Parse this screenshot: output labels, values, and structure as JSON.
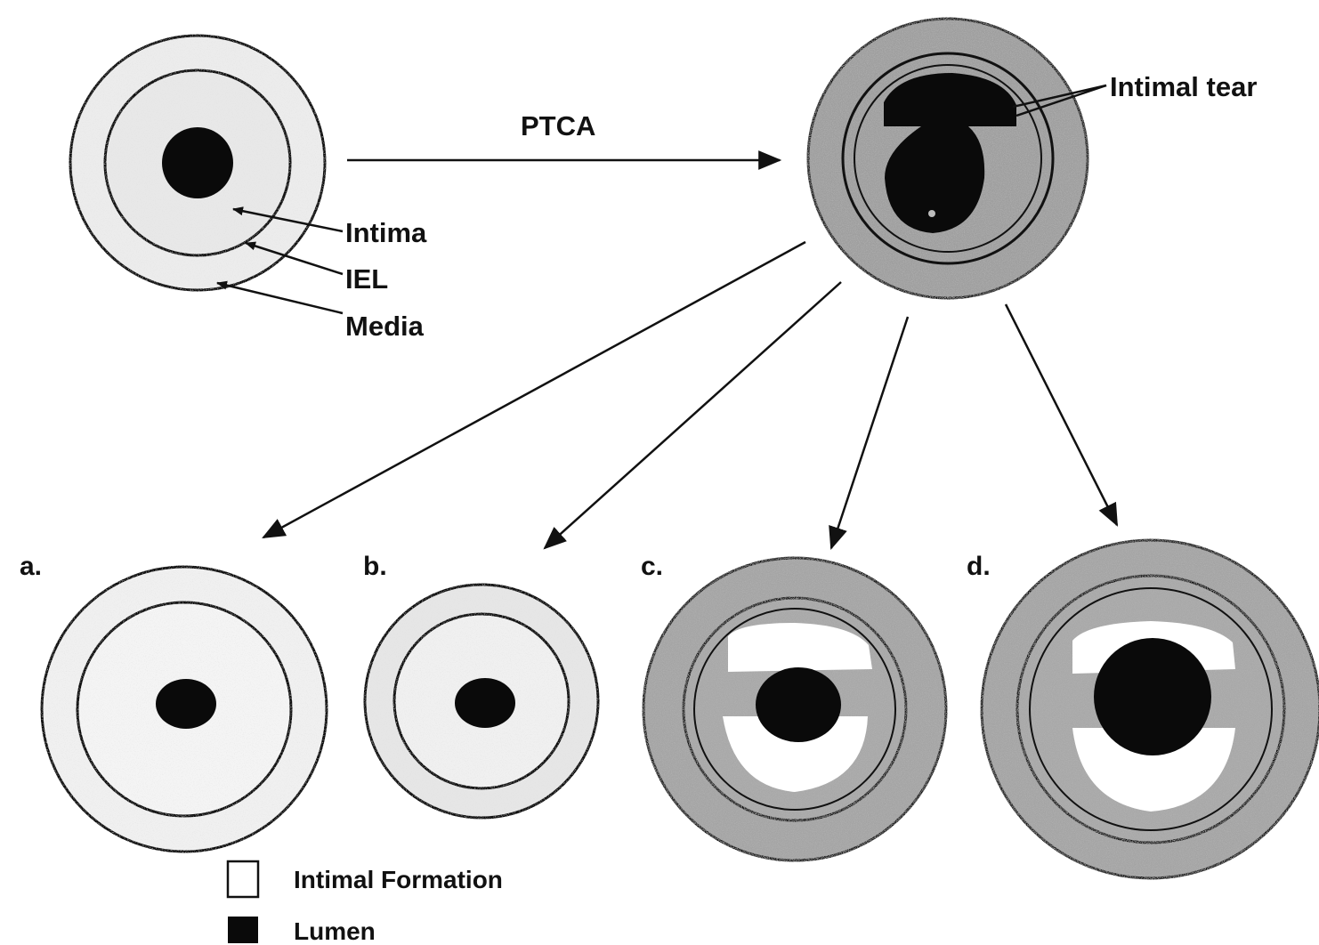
{
  "transition_label": "PTCA",
  "top_left_labels": {
    "intima": "Intima",
    "iel": "IEL",
    "media": "Media"
  },
  "top_right_label": "Intimal tear",
  "panels": [
    {
      "label": "a."
    },
    {
      "label": "b."
    },
    {
      "label": "c."
    },
    {
      "label": "d."
    }
  ],
  "legend": {
    "items": [
      {
        "label": "Intimal Formation",
        "swatch": "white-box"
      },
      {
        "label": "Lumen",
        "swatch": "black-box"
      }
    ]
  },
  "colors": {
    "ink": "#111111",
    "stipple_light": "#e9e9e9",
    "stipple_dark": "#9e9e9e",
    "lumen": "#0a0a0a",
    "background": "#ffffff"
  }
}
